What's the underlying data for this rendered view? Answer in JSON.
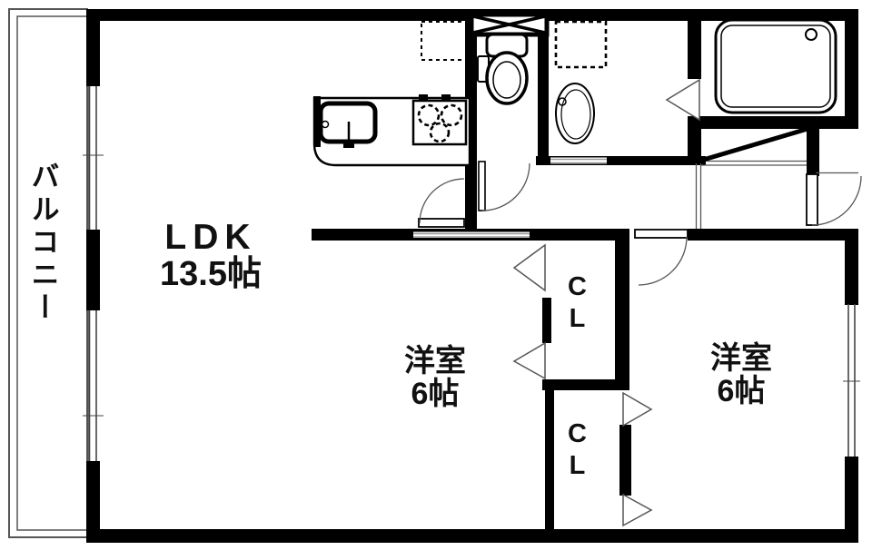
{
  "floorplan": {
    "balcony": {
      "label": "バルコニー"
    },
    "ldk": {
      "label": "LDK",
      "size": "13.5帖"
    },
    "room_west_1": {
      "label": "洋室",
      "size": "6帖"
    },
    "room_west_2": {
      "label": "洋室",
      "size": "6帖"
    },
    "closet_upper": {
      "label": "CL"
    },
    "closet_lower": {
      "label": "CL"
    },
    "colors": {
      "wall": "#000000",
      "background": "#ffffff",
      "thin_line": "#444444",
      "door_line": "#555555",
      "text": "#111111"
    }
  }
}
